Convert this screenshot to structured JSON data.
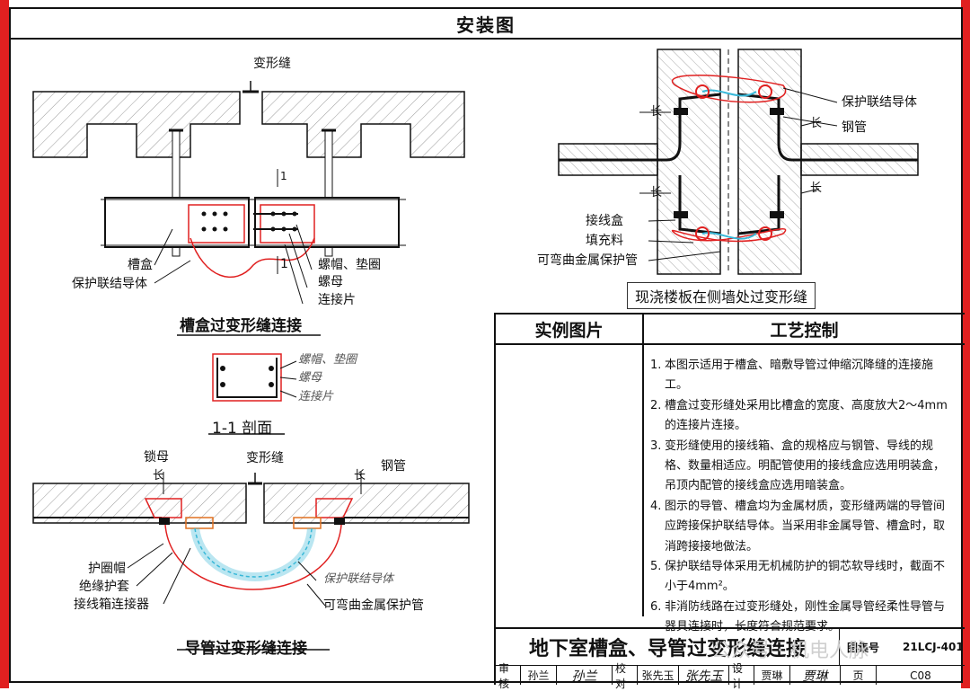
{
  "sheet_title": "安装图",
  "colors": {
    "red": "#e02020",
    "cyan": "#38b8d8",
    "hatch": "#777777"
  },
  "fig1": {
    "top_label": "变形缝",
    "cut_mark_top": "1",
    "cut_mark_bottom": "1",
    "labels": {
      "trunk": "槽盒",
      "bond": "保护联结导体",
      "nut_washer": "螺帽、垫圈",
      "nut": "螺母",
      "link_plate": "连接片"
    },
    "caption": "槽盒过变形缝连接"
  },
  "fig2": {
    "labels": {
      "nut_washer": "螺帽、垫圈",
      "nut": "螺母",
      "link_plate": "连接片"
    },
    "caption": "1-1 剖面"
  },
  "fig3": {
    "top_label": "变形缝",
    "dim_left": "长",
    "dim_right": "长",
    "labels": {
      "lock_nut": "锁母",
      "steel_pipe": "钢管",
      "bushing_cap": "护圈帽",
      "insulating_sleeve": "绝缘护套",
      "box_connector": "接线箱连接器",
      "bond": "保护联结导体",
      "flex_conduit": "可弯曲金属保护管"
    },
    "caption": "导管过变形缝连接"
  },
  "fig4": {
    "dims": [
      "长",
      "长",
      "长",
      "长"
    ],
    "labels": {
      "bond": "保护联结导体",
      "steel_pipe": "钢管",
      "junction_box": "接线盒",
      "filler": "填充料",
      "flex_conduit": "可弯曲金属保护管"
    },
    "caption": "现浇楼板在侧墙处过变形缝"
  },
  "panel": {
    "photo_header": "实例图片",
    "process_header": "工艺控制",
    "notes": [
      {
        "n": "1.",
        "text": "本图示适用于槽盒、暗敷导管过伸缩沉降缝的连接施工。"
      },
      {
        "n": "2.",
        "text": "槽盒过变形缝处采用比槽盒的宽度、高度放大2～4mm的连接片连接。"
      },
      {
        "n": "3.",
        "text": "变形缝使用的接线箱、盒的规格应与钢管、导线的规格、数量相适应。明配管使用的接线盒应选用明装盒，吊顶内配管的接线盒应选用暗装盒。"
      },
      {
        "n": "4.",
        "text": "图示的导管、槽盒均为金属材质，变形缝两端的导管间应跨接保护联结导体。当采用非金属导管、槽盒时，取消跨接接地做法。"
      },
      {
        "n": "5.",
        "text": "保护联结导体采用无机械防护的铜芯软导线时，截面不小于4mm²。"
      },
      {
        "n": "6.",
        "text": "非消防线路在过变形缝处，刚性金属导管经柔性导管与器具连接时，长度符合规范要求。"
      }
    ]
  },
  "footer": {
    "title": "地下室槽盒、导管过变形缝连接",
    "atlas_label": "图集号",
    "atlas_no": "21LCJ-401",
    "row": [
      {
        "k": "审核",
        "v": "孙兰",
        "sig": "孙兰"
      },
      {
        "k": "校对",
        "v": "张先玉",
        "sig": "张先玉"
      },
      {
        "k": "设计",
        "v": "贾琳",
        "sig": "贾琳"
      },
      {
        "k": "页",
        "v": "C08"
      }
    ],
    "watermark": "公众号 · 机电人脉"
  }
}
